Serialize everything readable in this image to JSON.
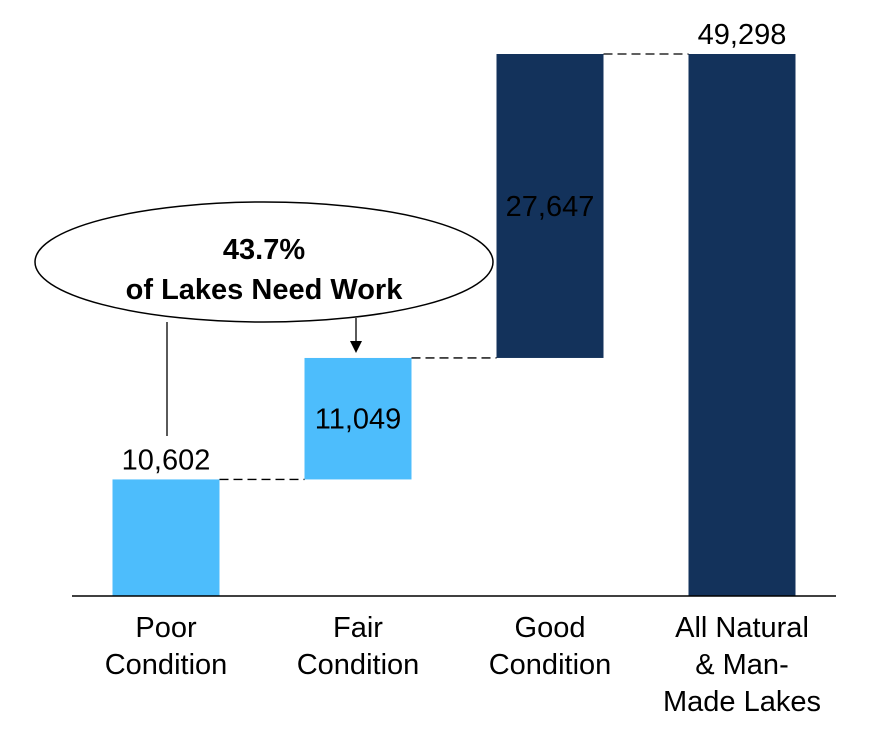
{
  "chart_data": {
    "type": "bar",
    "subtype": "waterfall",
    "categories": [
      [
        "Poor",
        "Condition"
      ],
      [
        "Fair",
        "Condition"
      ],
      [
        "Good",
        "Condition"
      ],
      [
        "All Natural",
        "& Man-",
        "Made Lakes"
      ]
    ],
    "values": [
      10602,
      11049,
      27647,
      49298
    ],
    "value_labels": [
      "10,602",
      "11,049",
      "27,647",
      "49,298"
    ],
    "colors": [
      "#4DBDFC",
      "#4DBDFC",
      "#13325B",
      "#13325B"
    ],
    "label_colors": [
      "#000000",
      "#000000",
      "#ffffff",
      "#000000"
    ],
    "ylim": [
      0,
      49298
    ],
    "grid": false,
    "legend": "none",
    "annotation": {
      "line1": "43.7%",
      "line2": "of Lakes Need Work"
    }
  }
}
